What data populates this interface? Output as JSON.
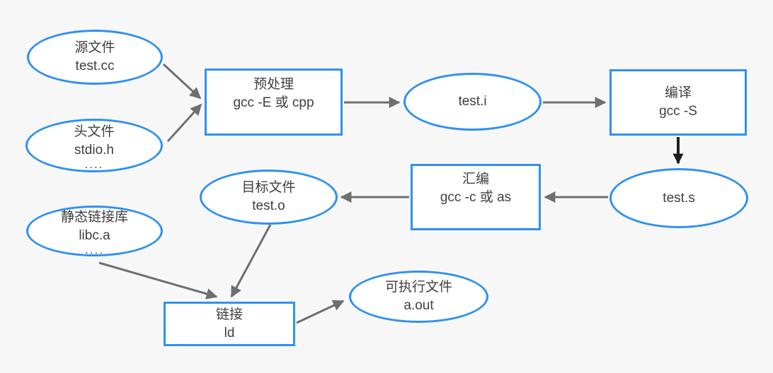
{
  "diagram": {
    "description": "gcc compilation pipeline flowchart",
    "colors": {
      "canvas_background": "#f7f7f7",
      "node_fill": "#ffffff",
      "node_border": "#2f91ef",
      "arrow": "#6f6f6f",
      "arrow_dark": "#1f1f1f",
      "text": "#3f3f3f"
    },
    "nodes": {
      "source_file": {
        "shape": "ellipse",
        "title": "源文件",
        "subtitle": "test.cc"
      },
      "header_file": {
        "shape": "ellipse",
        "title": "头文件",
        "subtitle": "stdio.h",
        "more": "...."
      },
      "preprocess": {
        "shape": "rect",
        "title": "预处理",
        "subtitle": "gcc -E 或 cpp"
      },
      "test_i": {
        "shape": "ellipse",
        "title": "test.i"
      },
      "compile": {
        "shape": "rect",
        "title": "编译",
        "subtitle": "gcc -S"
      },
      "test_s": {
        "shape": "ellipse",
        "title": "test.s"
      },
      "assemble": {
        "shape": "rect",
        "title": "汇编",
        "subtitle": "gcc -c 或 as"
      },
      "object_file": {
        "shape": "ellipse",
        "title": "目标文件",
        "subtitle": "test.o"
      },
      "static_lib": {
        "shape": "ellipse",
        "title": "静态链接库",
        "subtitle": "libc.a",
        "more": "...."
      },
      "link": {
        "shape": "rect",
        "title": "链接",
        "subtitle": "ld"
      },
      "executable": {
        "shape": "ellipse",
        "title": "可执行文件",
        "subtitle": "a.out"
      }
    },
    "edges": [
      {
        "from": "source_file",
        "to": "preprocess",
        "color": "gray"
      },
      {
        "from": "header_file",
        "to": "preprocess",
        "color": "gray"
      },
      {
        "from": "preprocess",
        "to": "test_i",
        "color": "gray"
      },
      {
        "from": "test_i",
        "to": "compile",
        "color": "gray"
      },
      {
        "from": "compile",
        "to": "test_s",
        "color": "black"
      },
      {
        "from": "test_s",
        "to": "assemble",
        "color": "gray"
      },
      {
        "from": "assemble",
        "to": "object_file",
        "color": "gray"
      },
      {
        "from": "object_file",
        "to": "link",
        "color": "gray"
      },
      {
        "from": "static_lib",
        "to": "link",
        "color": "gray"
      },
      {
        "from": "link",
        "to": "executable",
        "color": "gray"
      }
    ]
  }
}
